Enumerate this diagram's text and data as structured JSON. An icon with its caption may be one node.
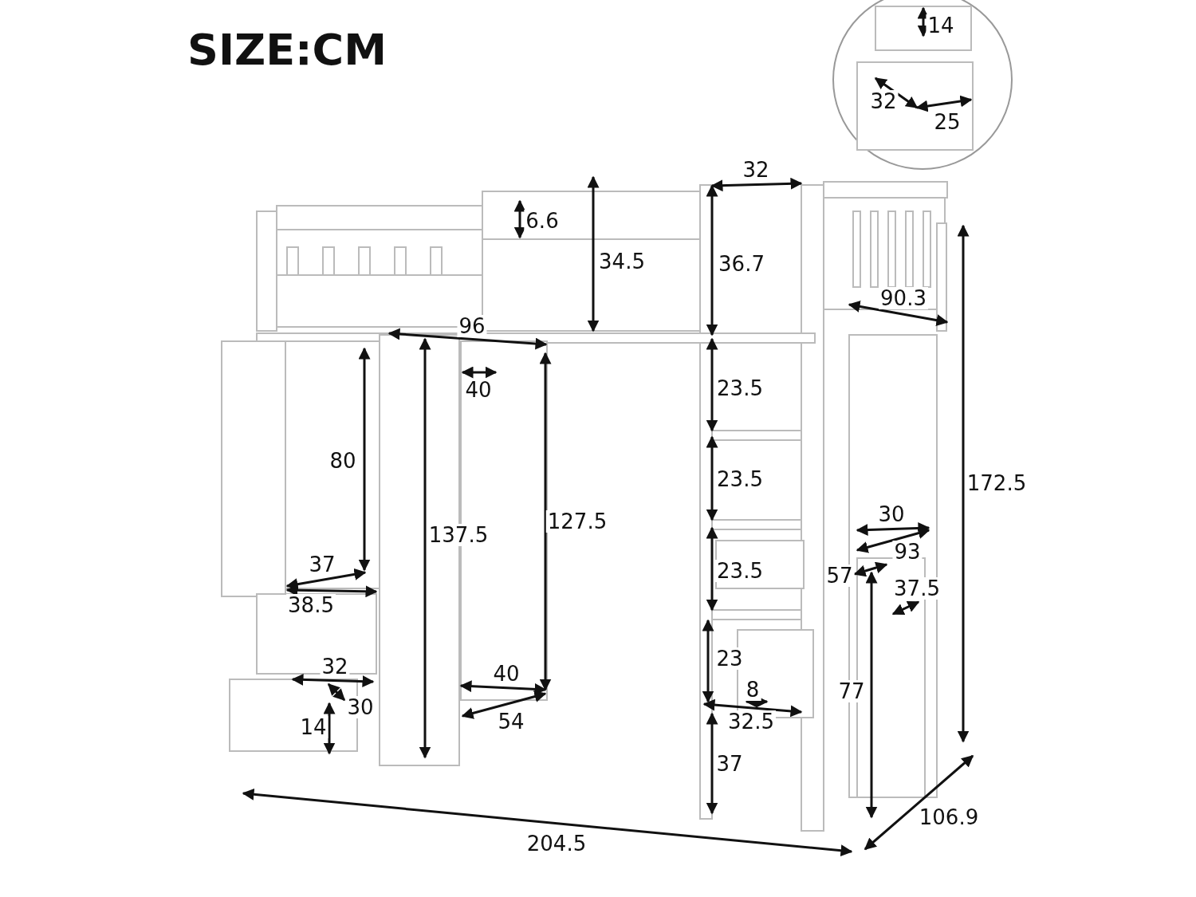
{
  "diagram": {
    "title": "SIZE:CM",
    "labels": [
      "14",
      "32",
      "25",
      "32",
      "6.6",
      "34.5",
      "36.7",
      "90.3",
      "96",
      "40",
      "23.5",
      "80",
      "23.5",
      "172.5",
      "137.5",
      "127.5",
      "30",
      "93",
      "37",
      "23.5",
      "57",
      "37.5",
      "38.5",
      "32",
      "23",
      "40",
      "30",
      "8",
      "77",
      "14",
      "54",
      "32.5",
      "37",
      "204.5",
      "106.9"
    ]
  }
}
